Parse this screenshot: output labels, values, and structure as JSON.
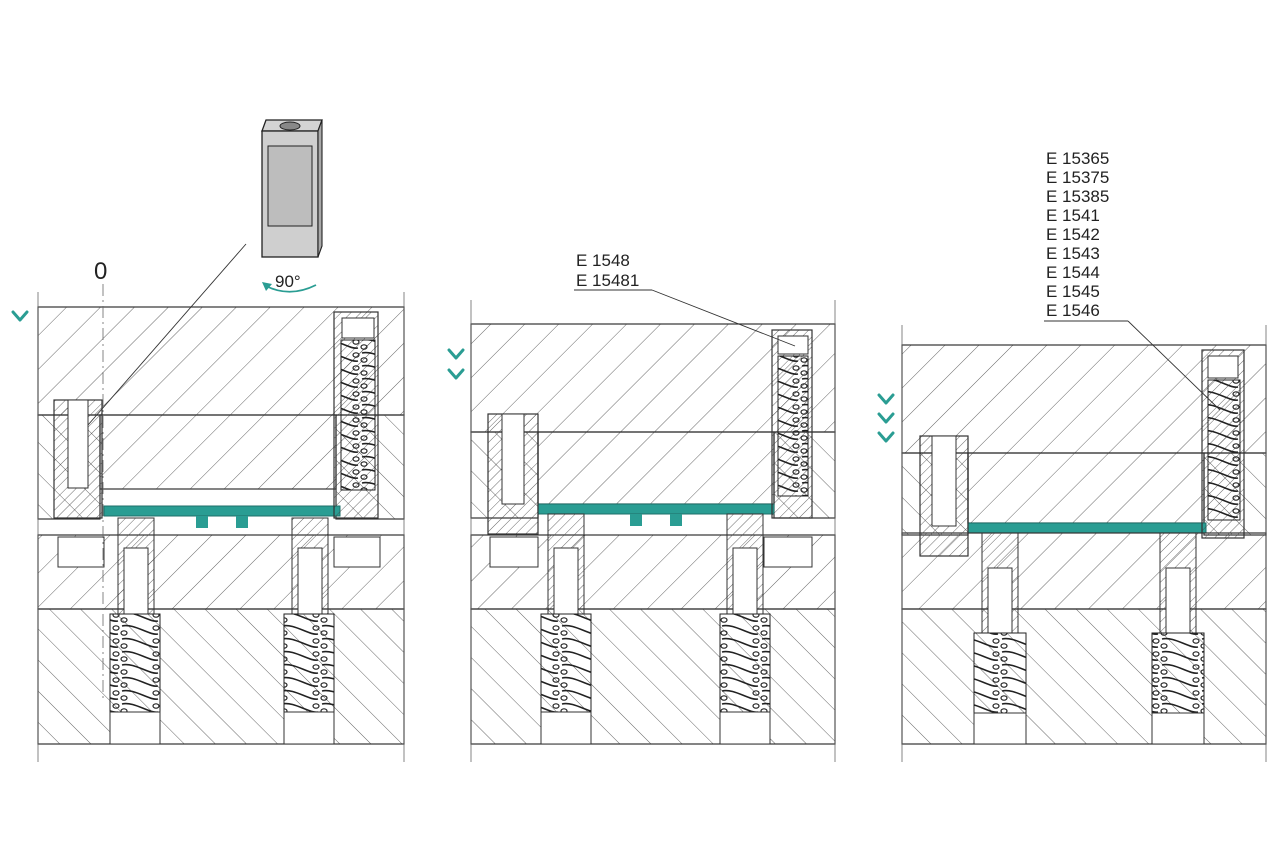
{
  "colors": {
    "accent": "#2a9d93",
    "line": "#333333",
    "hatch": "#555555",
    "spring": "#222222",
    "part_fill": "#c8c8c8"
  },
  "stage1": {
    "zero_label": "0",
    "rotation_label": "90°",
    "steps": 1
  },
  "stage2": {
    "part_numbers": [
      "E 1548",
      "E 15481"
    ],
    "steps": 2
  },
  "stage3": {
    "part_numbers": [
      "E 15365",
      "E 15375",
      "E 15385",
      "E 1541",
      "E 1542",
      "E 1543",
      "E 1544",
      "E 1545",
      "E 1546"
    ],
    "steps": 3
  }
}
